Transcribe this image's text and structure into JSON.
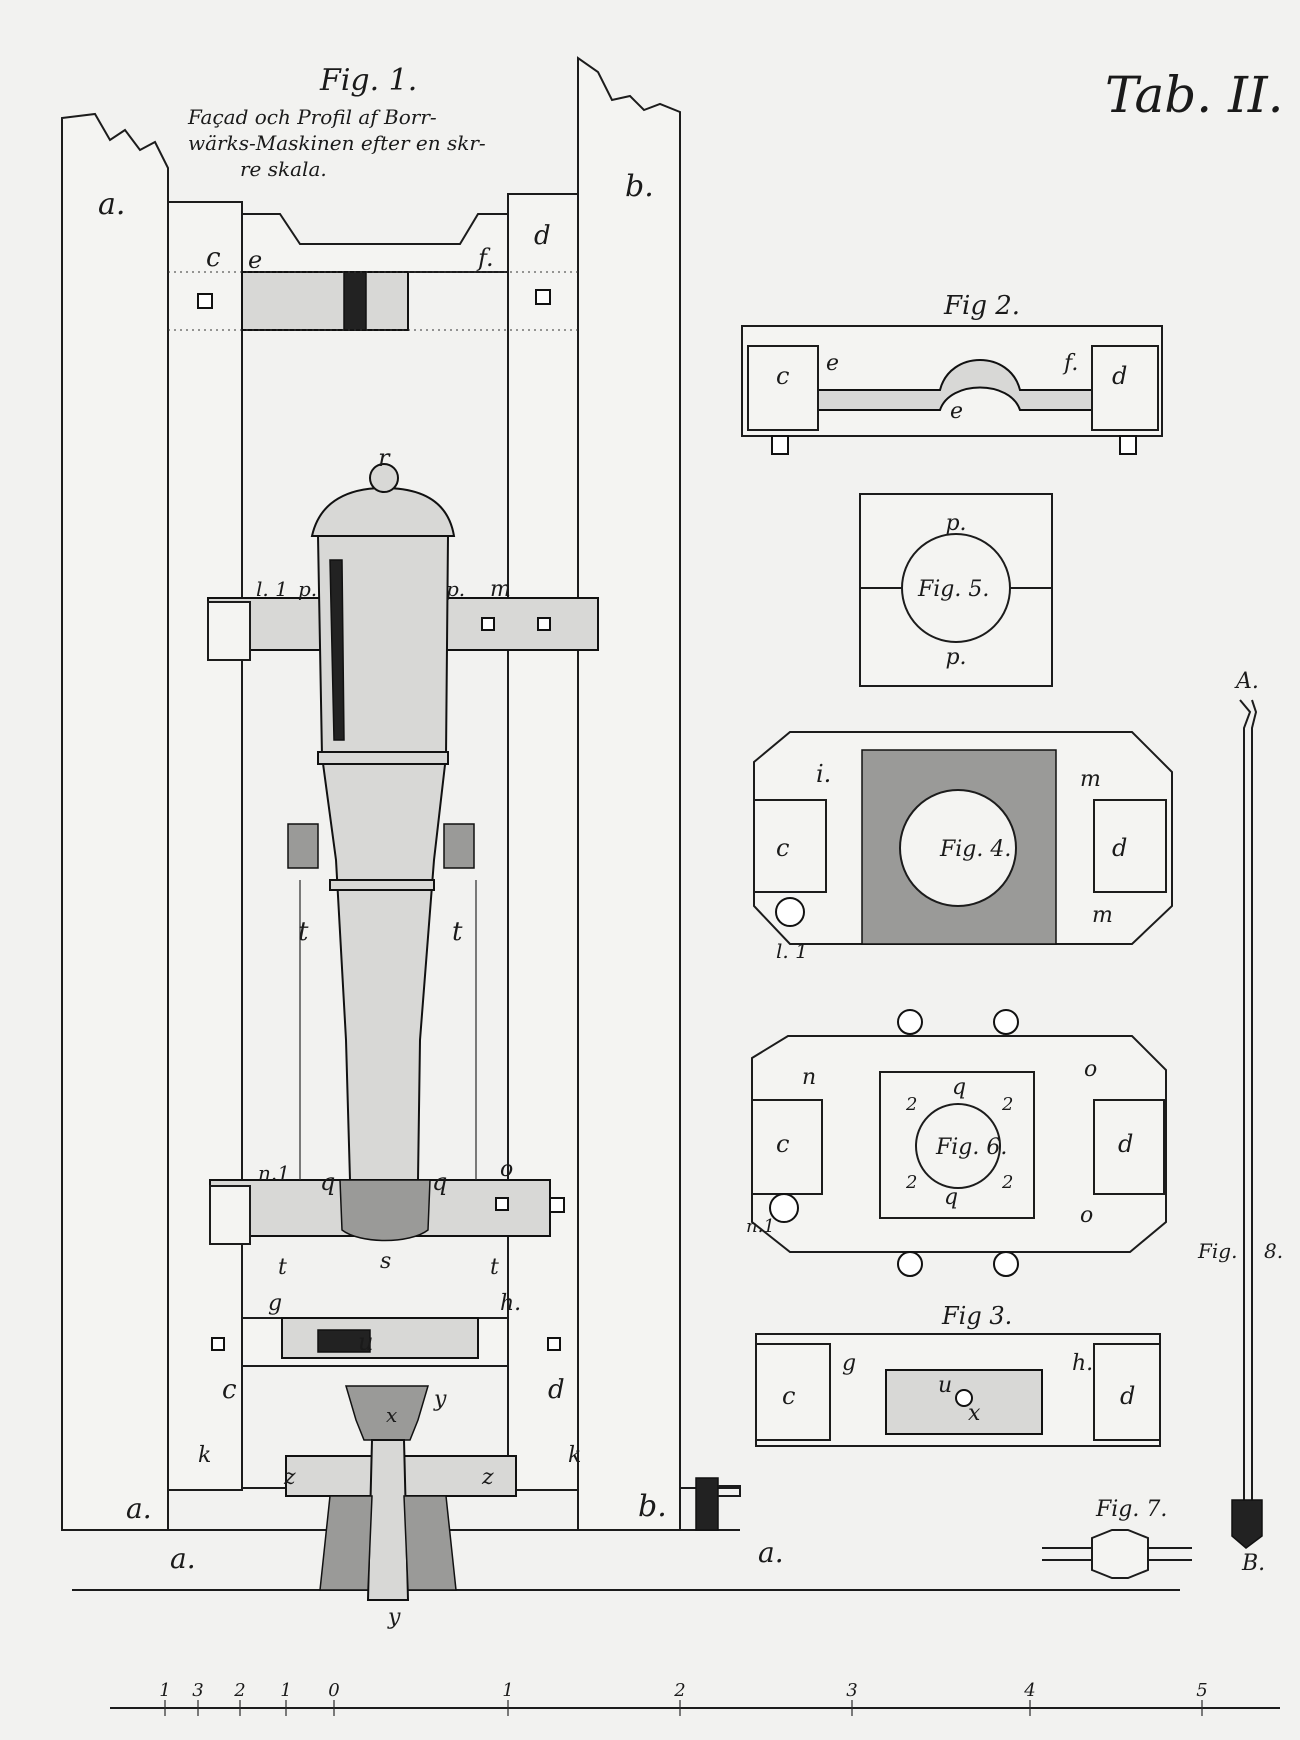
{
  "plate": {
    "plate_number": "Tab. II.",
    "fig1_title": "Fig. 1.",
    "fig1_caption_line1": "Façad och Profil af Borr-",
    "fig1_caption_line2": "wärks-Maskinen efter en skr-",
    "fig1_caption_line3": "re skala."
  },
  "figures": {
    "fig2": "Fig 2.",
    "fig3": "Fig 3.",
    "fig4": "Fig. 4.",
    "fig5": "Fig. 5.",
    "fig6": "Fig. 6.",
    "fig7": "Fig. 7.",
    "fig8_a": "Fig.",
    "fig8_b": "8."
  },
  "labels": {
    "a": "a.",
    "b": "b.",
    "c": "c",
    "d": "d",
    "e": "e",
    "f": "f.",
    "g": "g",
    "h": "h.",
    "i": "i.",
    "k": "k",
    "l1": "l. 1",
    "m": "m",
    "n": "n",
    "n1": "n.1",
    "o": "o",
    "p": "p.",
    "q": "q",
    "r": "r",
    "s": "s",
    "t": "t",
    "u": "u",
    "x": "x",
    "y": "y",
    "z": "z",
    "two": "2",
    "A": "A.",
    "B": "B."
  },
  "scale_bar": {
    "ticks": [
      "1",
      "3",
      "2",
      "1",
      "0",
      "1",
      "2",
      "3",
      "4",
      "5"
    ]
  },
  "colors": {
    "paper": "#f2f2f0",
    "ink": "#1a1a1a",
    "metal_shade": "#d8d8d6",
    "dark_metal": "#222222"
  }
}
